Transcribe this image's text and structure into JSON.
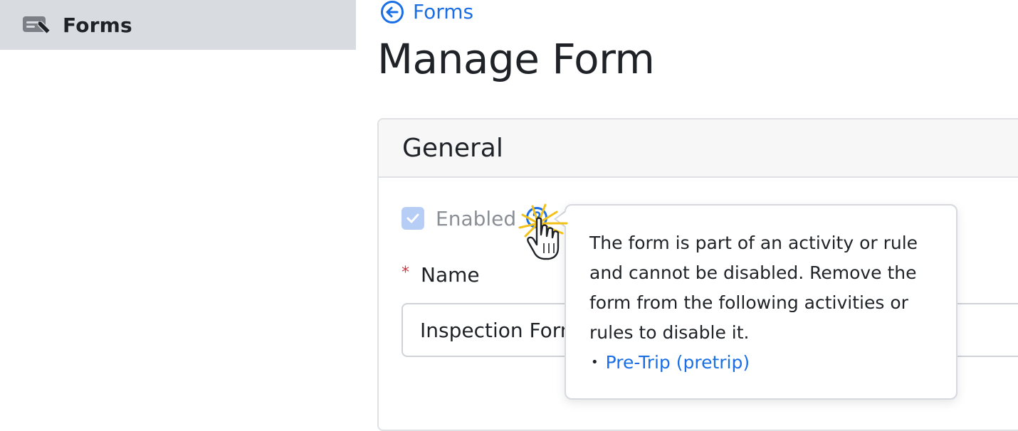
{
  "sidebar": {
    "items": [
      {
        "label": "Forms",
        "icon": "form-edit-icon",
        "selected": true
      }
    ]
  },
  "header": {
    "back_link": {
      "label": "Forms",
      "icon": "arrow-left-circle-icon"
    },
    "title": "Manage Form"
  },
  "card": {
    "title": "General",
    "enabled": {
      "label": "Enabled",
      "checked": true,
      "disabled": true
    },
    "name": {
      "label": "Name",
      "required_marker": "*",
      "value": "Inspection Form"
    }
  },
  "tooltip": {
    "text": "The form is part of an activity or rule and cannot be disabled. Remove the form from the following activities or rules to disable it.",
    "bullet": "•",
    "links": [
      {
        "label": "Pre-Trip (pretrip)"
      }
    ]
  },
  "colors": {
    "accent": "#1a6ee6",
    "sidebar_selected_bg": "#d8dce0",
    "card_header_bg": "#f7f7f8",
    "required": "#d0353f",
    "checkbox_disabled": "#b6cdf5"
  }
}
